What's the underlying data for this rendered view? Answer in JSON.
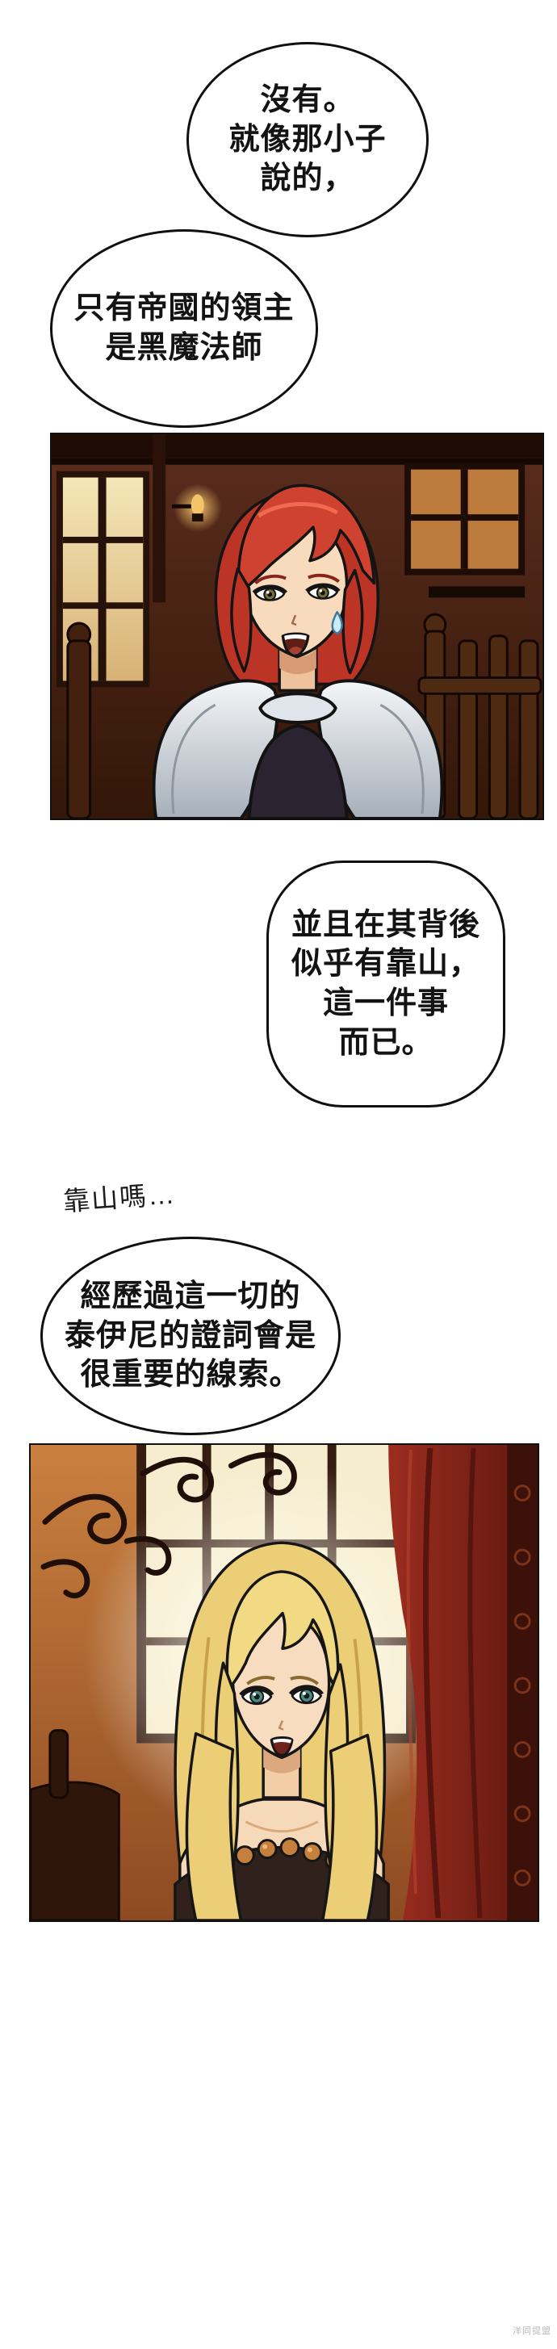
{
  "bubbles": {
    "b1": {
      "lines": [
        "沒有。",
        "就像那小子",
        "說的，"
      ]
    },
    "b2": {
      "lines": [
        "只有帝國的領主",
        "是黑魔法師"
      ]
    },
    "b3": {
      "lines": [
        "並且在其背後",
        "似乎有靠山，",
        "這一件事",
        "而已。"
      ]
    },
    "b4": {
      "lines": [
        "經歷過這一切的",
        "泰伊尼的證詞會是",
        "很重要的線索。"
      ]
    }
  },
  "sfx": {
    "thought": "靠山嗎…"
  },
  "panels": {
    "p1": {
      "alt": "red-haired knight in pauldron armor looking surprised inside a dark tavern"
    },
    "p2": {
      "alt": "long-haired blonde woman with bead necklace in front of bright window and red curtain"
    }
  },
  "watermark": {
    "text": "洋同提盟"
  },
  "colors": {
    "bubble_border": "#101010",
    "panel1_hair": "#bc3425",
    "panel2_hair": "#ecce76",
    "armor": "#dfe5ea",
    "curtain_red": "#9b2d1f",
    "watermark_gray": "#b9b9b9"
  }
}
